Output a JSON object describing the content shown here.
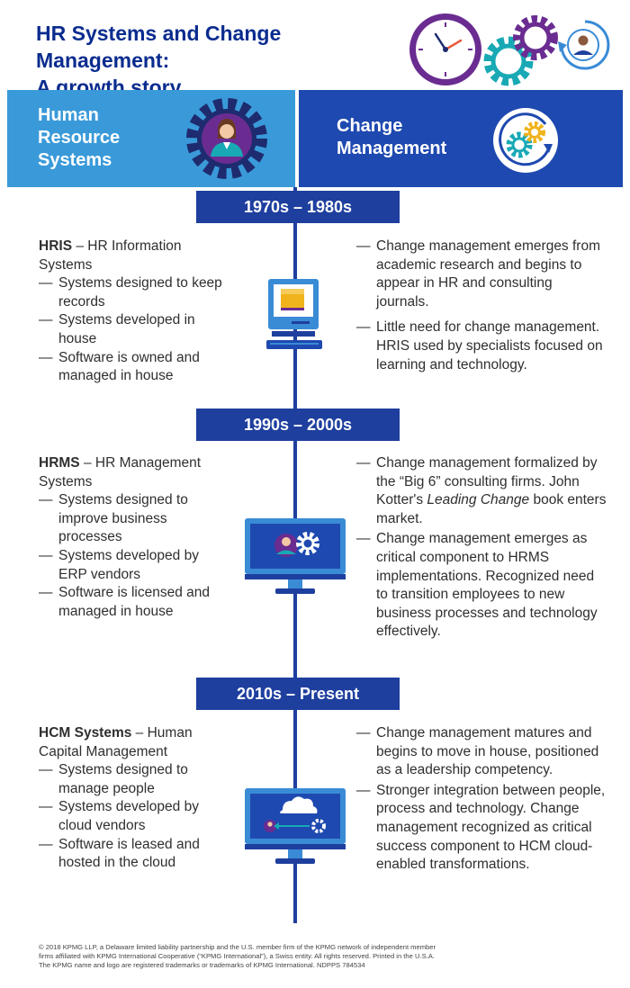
{
  "header": {
    "title_line1": "HR Systems and Change Management:",
    "title_line2": "A growth story"
  },
  "band": {
    "hr_line1": "Human",
    "hr_line2": "Resource",
    "hr_line3": "Systems",
    "cm_line1": "Change",
    "cm_line2": "Management"
  },
  "eras": [
    {
      "label": "1970s – 1980s",
      "system_name": "HRIS",
      "system_desc": " – HR Information Systems",
      "hr_items": [
        "Systems designed to keep records",
        "Systems developed in house",
        "Software is owned and managed in house"
      ],
      "cm_items": [
        "Change management emerges from academic research and begins to appear in HR and consulting journals.",
        "Little need for change management. HRIS used by specialists focused on learning and technology."
      ]
    },
    {
      "label": "1990s – 2000s",
      "system_name": "HRMS",
      "system_desc": " – HR Management Systems",
      "hr_items": [
        "Systems designed to improve business processes",
        "Systems developed by ERP vendors",
        "Software is licensed and managed in house"
      ],
      "cm_item1_pre": "Change management formalized by the “Big 6” consulting firms. John Kotter's ",
      "cm_item1_em": "Leading Change",
      "cm_item1_post": " book enters market.",
      "cm_items": [
        "Change management emerges as critical component to HRMS implementations. Recognized need to transition employees to new business processes and technology effectively."
      ]
    },
    {
      "label": "2010s – Present",
      "system_name": "HCM Systems",
      "system_desc": " – Human Capital Management",
      "hr_items": [
        "Systems designed to manage people",
        "Systems developed by cloud vendors",
        "Software is leased and hosted in the cloud"
      ],
      "cm_items": [
        "Change management matures and begins to move in house, positioned as a leadership competency.",
        "Stronger integration between people, process and technology. Change management recognized as critical success component to HCM cloud-enabled transformations."
      ]
    }
  ],
  "dash": "—",
  "footer": {
    "line1": "© 2018 KPMG LLP, a Delaware limited liability partnership and the U.S. member firm of the KPMG network of independent member",
    "line2": "firms affiliated with KPMG International Cooperative (“KPMG International”), a Swiss entity. All rights reserved. Printed in the U.S.A.",
    "line3": "The KPMG name and logo are registered trademarks or trademarks of KPMG International. NDPPS 784534"
  },
  "icons": {
    "header": [
      "clock-icon",
      "gear-icon",
      "gear-icon",
      "person-icon",
      "refresh-arrow-icon"
    ],
    "hr_band": "person-gear-icon",
    "cm_band": "gears-cycle-icon",
    "era1": "retro-computer-icon",
    "era2": "monitor-person-gear-icon",
    "era3": "monitor-cloud-icon"
  },
  "colors": {
    "title": "#0a2c8f",
    "band_left": "#3a9ad9",
    "band_right": "#1e49b0",
    "timeline": "#1e3f9e",
    "gear_purple": "#6a2c91",
    "gear_teal": "#18a9b5",
    "gear_yellow": "#f1b31c",
    "monitor_blue": "#3a8bd6"
  }
}
